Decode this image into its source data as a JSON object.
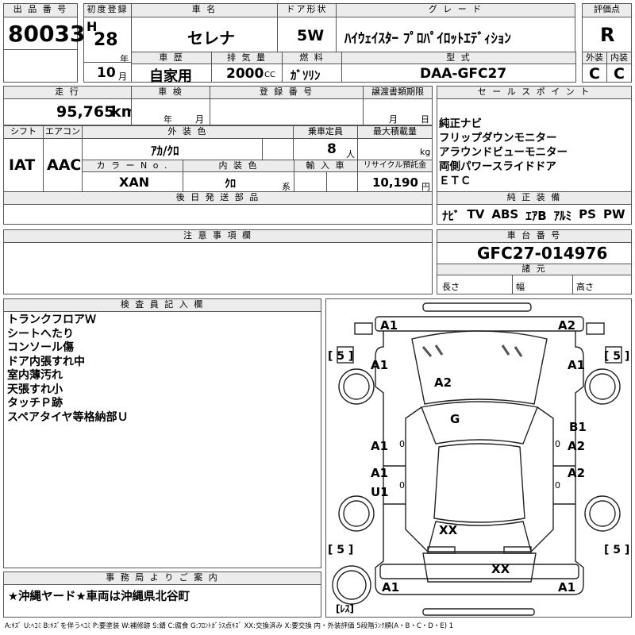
{
  "headers": {
    "lot_no": "出 品 番 号",
    "first_reg": "初度登録",
    "car_name": "車 名",
    "door": "ドア形状",
    "grade": "グ レ ー ド",
    "score": "評価点",
    "history": "車 歴",
    "displacement": "排 気 量",
    "fuel": "燃 料",
    "model_code": "型 式",
    "exterior": "外装",
    "interior": "内装",
    "mileage": "走 行",
    "inspection": "車 検",
    "registration": "登 録 番 号",
    "transfer_deadline": "譲渡書類期限",
    "shift": "シフト",
    "aircon": "エアコン",
    "ext_color": "外 装 色",
    "capacity": "乗車定員",
    "max_load": "最大積載量",
    "color_no": "カ ラ ー N o .",
    "int_color": "内 装 色",
    "import": "輸 入 車",
    "recycle": "リサイクル預託金",
    "later_parts": "後 日 発 送 部 品",
    "notes": "注 意 事 項 欄",
    "sales_points": "セ ー ル ス ポ イ ン ト",
    "oem_equipment": "純 正 装 備",
    "chassis_no": "車 台 番 号",
    "dimensions": "諸 元",
    "inspector": "検 査 員 記 入 欄",
    "office": "事 務 局 よ り ご 案 内"
  },
  "vehicle": {
    "lot_no": "80033",
    "era": "H",
    "year": "28",
    "year_unit": "年",
    "month": "10",
    "month_unit": "月",
    "car_name": "セレナ",
    "door": "5W",
    "grade": "ﾊｲｳｪｲｽﾀｰ ﾌﾟﾛﾊﾟｲﾛｯﾄｴﾃﾞｨｼｮﾝ",
    "score": "R",
    "history": "自家用",
    "displacement": "2000",
    "displacement_unit": "CC",
    "fuel": "ｶﾞｿﾘﾝ",
    "model_code": "DAA-GFC27",
    "exterior_grade": "C",
    "interior_grade": "C",
    "mileage": "95,765",
    "mileage_unit": "km",
    "inspection_year_unit": "年",
    "inspection_month_unit": "月",
    "transfer_month_unit": "月",
    "transfer_day_unit": "日",
    "shift": "IAT",
    "aircon": "AAC",
    "ext_color": "ｱｶ/ｸﾛ",
    "capacity": "8",
    "capacity_unit": "人",
    "max_load_unit": "kg",
    "color_no": "XAN",
    "int_color": "ｸﾛ",
    "int_color_unit": "系",
    "recycle": "10,190",
    "recycle_unit": "円",
    "chassis_no": "GFC27-014976",
    "length_label": "長さ",
    "width_label": "幅",
    "height_label": "高さ"
  },
  "sales_points": [
    "純正ナビ",
    "フリップダウンモニター",
    "アラウンドビューモニター",
    "両側パワースライドドア",
    "ＥＴＣ"
  ],
  "equipment": [
    "ﾅﾋﾞ",
    "TV",
    "ABS",
    "ｴｱB",
    "ｱﾙﾐ",
    "PS",
    "PW"
  ],
  "inspector_notes": [
    "トランクフロアＷ",
    "シートへたり",
    "コンソール傷",
    "ドア内張すれ中",
    "室内薄汚れ",
    "天張すれ小",
    "タッチＰ跡",
    "スペアタイヤ等格納部Ｕ"
  ],
  "office_notice": "★沖縄ヤード★車両は沖縄県北谷町",
  "legend": "A:ｷｽﾞ U:ﾍｺﾐ B:ｷｽﾞを伴うﾍｺﾐ P:要塗装 W:補修跡 S:錆 C:腐食 G:ﾌﾛﾝﾄｶﾞﾗｽ点ｷｽﾞ XX:交換済み X:要交換 内・外装評価 5段階ﾗﾝｸ順(A・B・C・D・E) 1",
  "diagram": {
    "marks": {
      "front_left": "A1",
      "front_right": "A2",
      "left_front_fender": "A1",
      "right_front_fender": "A1",
      "hood": "A2",
      "windshield": "G",
      "left_front_door": "A1",
      "right_front_door_1": "B1",
      "right_front_door_2": "A2",
      "left_rear_door_1": "A1",
      "left_rear_door_2": "U1",
      "right_rear_door": "A2",
      "roof_rear": "XX",
      "rear_bumper": "XX",
      "rear_left": "A1",
      "rear_right": "A1"
    },
    "tire_labels": {
      "front_left": "[ 5 ]",
      "front_right": "[ 5 ]",
      "rear_left": "[ 5 ]",
      "rear_right": "[ 5 ]",
      "spare": "[ﾚｽ]"
    },
    "door_marks": {
      "left_front": "0",
      "left_rear": "0",
      "right_front": "0",
      "right_rear": "0"
    }
  }
}
